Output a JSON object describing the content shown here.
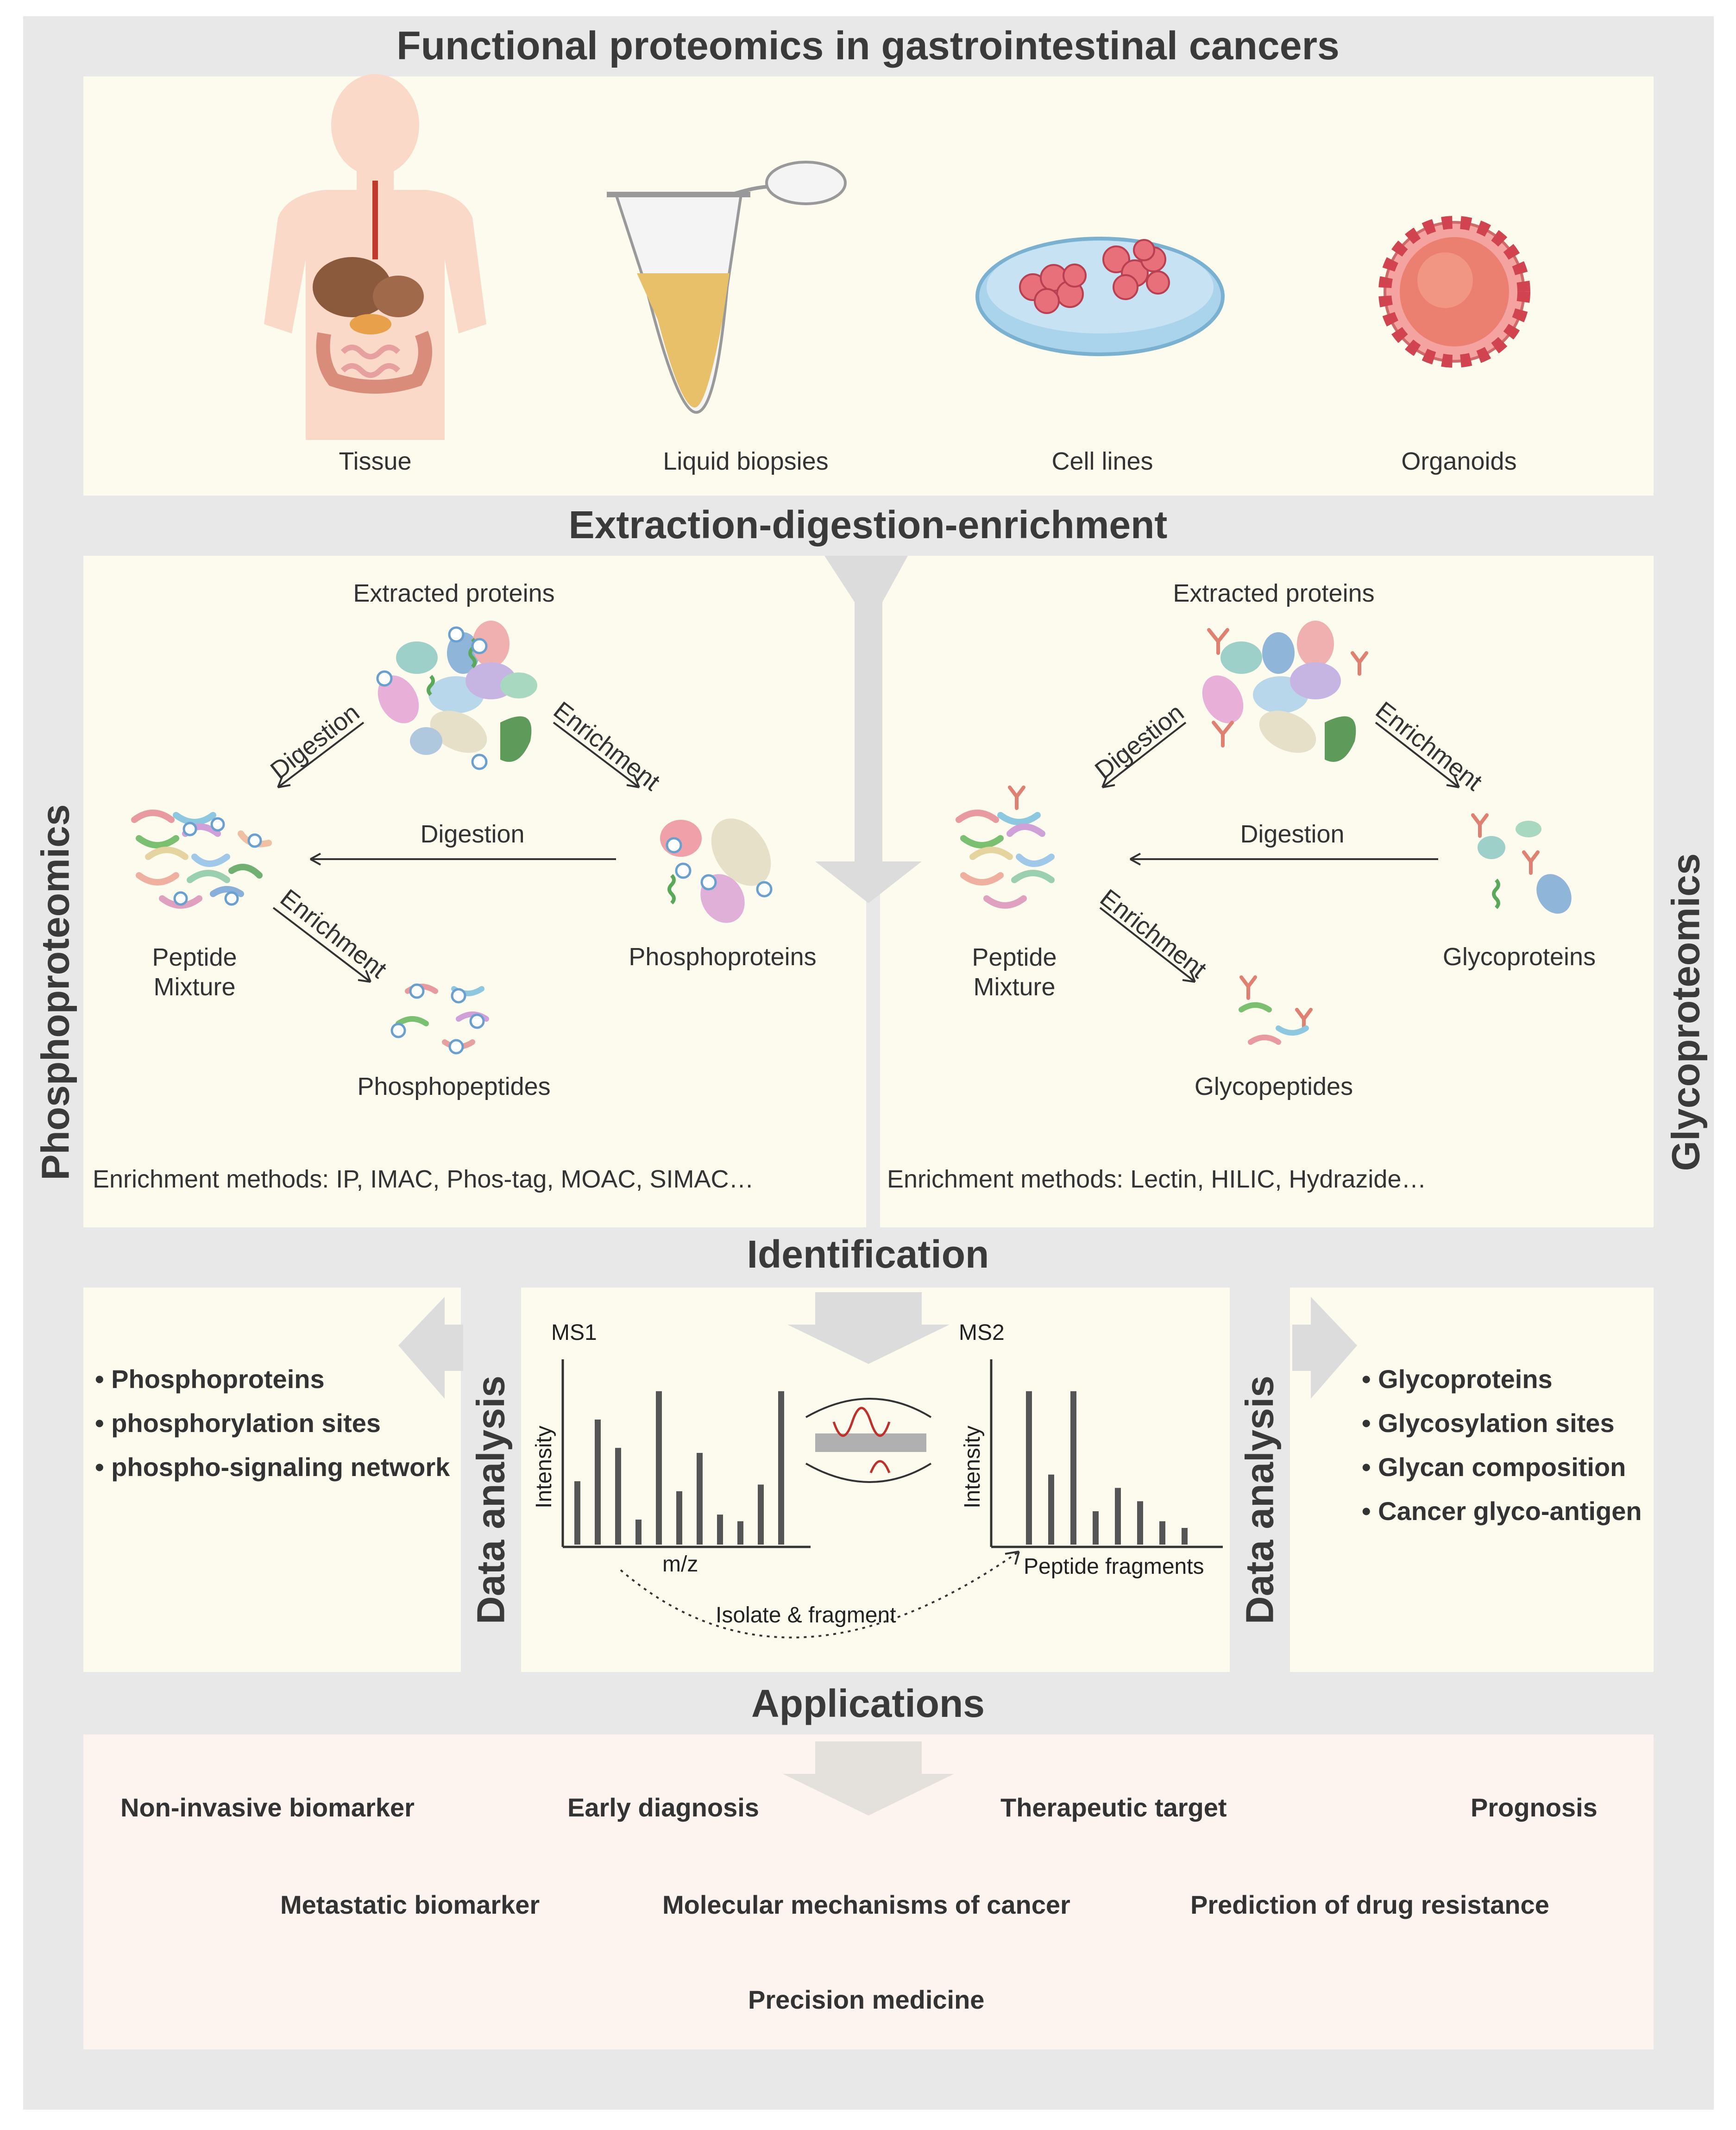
{
  "title": "Functional proteomics in gastrointestinal cancers",
  "sources": [
    "Tissue",
    "Liquid biopsies",
    "Cell lines",
    "Organoids"
  ],
  "section_extraction": "Extraction-digestion-enrichment",
  "phospho": {
    "side_label": "Phosphoproteomics",
    "extracted": "Extracted proteins",
    "digestion_diag": "Digestion",
    "enrichment_diag": "Enrichment",
    "digestion_mid": "Digestion",
    "peptide_mixture": "Peptide\nMixture",
    "enrichment_low": "Enrichment",
    "phosphoproteins": "Phosphoproteins",
    "phosphopeptides": "Phosphopeptides",
    "methods": "Enrichment methods: IP, IMAC, Phos-tag, MOAC, SIMAC…"
  },
  "glyco": {
    "side_label": "Glycoproteomics",
    "extracted": "Extracted proteins",
    "digestion_diag": "Digestion",
    "enrichment_diag": "Enrichment",
    "digestion_mid": "Digestion",
    "peptide_mixture": "Peptide\nMixture",
    "enrichment_low": "Enrichment",
    "glycoproteins": "Glycoproteins",
    "glycopeptides": "Glycopeptides",
    "methods": "Enrichment methods: Lectin, HILIC, Hydrazide…"
  },
  "section_identification": "Identification",
  "data_analysis_left": "Data analysis",
  "data_analysis_right": "Data analysis",
  "phospho_results": [
    "Phosphoproteins",
    "phosphorylation sites",
    "phospho-signaling network"
  ],
  "glyco_results": [
    "Glycoproteins",
    "Glycosylation sites",
    "Glycan composition",
    "Cancer glyco-antigen"
  ],
  "ms": {
    "ms1": "MS1",
    "ms2": "MS2",
    "intensity1": "Intensity",
    "intensity2": "Intensity",
    "mz": "m/z",
    "fragments": "Peptide fragments",
    "isolate": "Isolate & fragment"
  },
  "section_applications": "Applications",
  "applications_row1": [
    "Non-invasive biomarker",
    "Early diagnosis",
    "Therapeutic target",
    "Prognosis"
  ],
  "applications_row2": [
    "Metastatic biomarker",
    "Molecular mechanisms of cancer",
    "Prediction of drug resistance"
  ],
  "applications_row3": [
    "Precision medicine"
  ],
  "colors": {
    "frame": "#e8e8e8",
    "panel": "#fcfbee",
    "applications_panel": "#fdf3ef",
    "arrow": "#dcdcdc",
    "bar": "#555555"
  }
}
